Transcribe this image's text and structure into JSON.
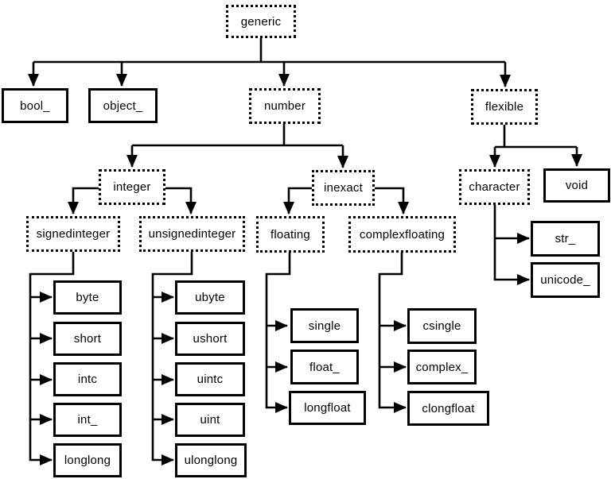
{
  "colors": {
    "line": "#000000",
    "background": "#ffffff"
  },
  "nodes": {
    "generic": {
      "label": "generic",
      "style": "dotted"
    },
    "bool_": {
      "label": "bool_",
      "style": "solid"
    },
    "object_": {
      "label": "object_",
      "style": "solid"
    },
    "number": {
      "label": "number",
      "style": "dotted"
    },
    "flexible": {
      "label": "flexible",
      "style": "dotted"
    },
    "integer": {
      "label": "integer",
      "style": "dotted"
    },
    "inexact": {
      "label": "inexact",
      "style": "dotted"
    },
    "character": {
      "label": "character",
      "style": "dotted"
    },
    "void": {
      "label": "void",
      "style": "solid"
    },
    "signedinteger": {
      "label": "signedinteger",
      "style": "dotted"
    },
    "unsignedinteger": {
      "label": "unsignedinteger",
      "style": "dotted"
    },
    "floating": {
      "label": "floating",
      "style": "dotted"
    },
    "complexfloating": {
      "label": "complexfloating",
      "style": "dotted"
    },
    "str_": {
      "label": "str_",
      "style": "solid"
    },
    "unicode_": {
      "label": "unicode_",
      "style": "solid"
    },
    "byte": {
      "label": "byte",
      "style": "solid"
    },
    "short": {
      "label": "short",
      "style": "solid"
    },
    "intc": {
      "label": "intc",
      "style": "solid"
    },
    "int_": {
      "label": "int_",
      "style": "solid"
    },
    "longlong": {
      "label": "longlong",
      "style": "solid"
    },
    "ubyte": {
      "label": "ubyte",
      "style": "solid"
    },
    "ushort": {
      "label": "ushort",
      "style": "solid"
    },
    "uintc": {
      "label": "uintc",
      "style": "solid"
    },
    "uint": {
      "label": "uint",
      "style": "solid"
    },
    "ulonglong": {
      "label": "ulonglong",
      "style": "solid"
    },
    "single": {
      "label": "single",
      "style": "solid"
    },
    "float_": {
      "label": "float_",
      "style": "solid"
    },
    "longfloat": {
      "label": "longfloat",
      "style": "solid"
    },
    "csingle": {
      "label": "csingle",
      "style": "solid"
    },
    "complex_": {
      "label": "complex_",
      "style": "solid"
    },
    "clongfloat": {
      "label": "clongfloat",
      "style": "solid"
    }
  },
  "edges": [
    {
      "from": "generic",
      "to": "bool_"
    },
    {
      "from": "generic",
      "to": "object_"
    },
    {
      "from": "generic",
      "to": "number"
    },
    {
      "from": "generic",
      "to": "flexible"
    },
    {
      "from": "number",
      "to": "integer"
    },
    {
      "from": "number",
      "to": "inexact"
    },
    {
      "from": "integer",
      "to": "signedinteger"
    },
    {
      "from": "integer",
      "to": "unsignedinteger"
    },
    {
      "from": "signedinteger",
      "to": "byte"
    },
    {
      "from": "signedinteger",
      "to": "short"
    },
    {
      "from": "signedinteger",
      "to": "intc"
    },
    {
      "from": "signedinteger",
      "to": "int_"
    },
    {
      "from": "signedinteger",
      "to": "longlong"
    },
    {
      "from": "unsignedinteger",
      "to": "ubyte"
    },
    {
      "from": "unsignedinteger",
      "to": "ushort"
    },
    {
      "from": "unsignedinteger",
      "to": "uintc"
    },
    {
      "from": "unsignedinteger",
      "to": "uint"
    },
    {
      "from": "unsignedinteger",
      "to": "ulonglong"
    },
    {
      "from": "inexact",
      "to": "floating"
    },
    {
      "from": "inexact",
      "to": "complexfloating"
    },
    {
      "from": "floating",
      "to": "single"
    },
    {
      "from": "floating",
      "to": "float_"
    },
    {
      "from": "floating",
      "to": "longfloat"
    },
    {
      "from": "complexfloating",
      "to": "csingle"
    },
    {
      "from": "complexfloating",
      "to": "complex_"
    },
    {
      "from": "complexfloating",
      "to": "clongfloat"
    },
    {
      "from": "flexible",
      "to": "character"
    },
    {
      "from": "flexible",
      "to": "void"
    },
    {
      "from": "character",
      "to": "str_"
    },
    {
      "from": "character",
      "to": "unicode_"
    }
  ]
}
